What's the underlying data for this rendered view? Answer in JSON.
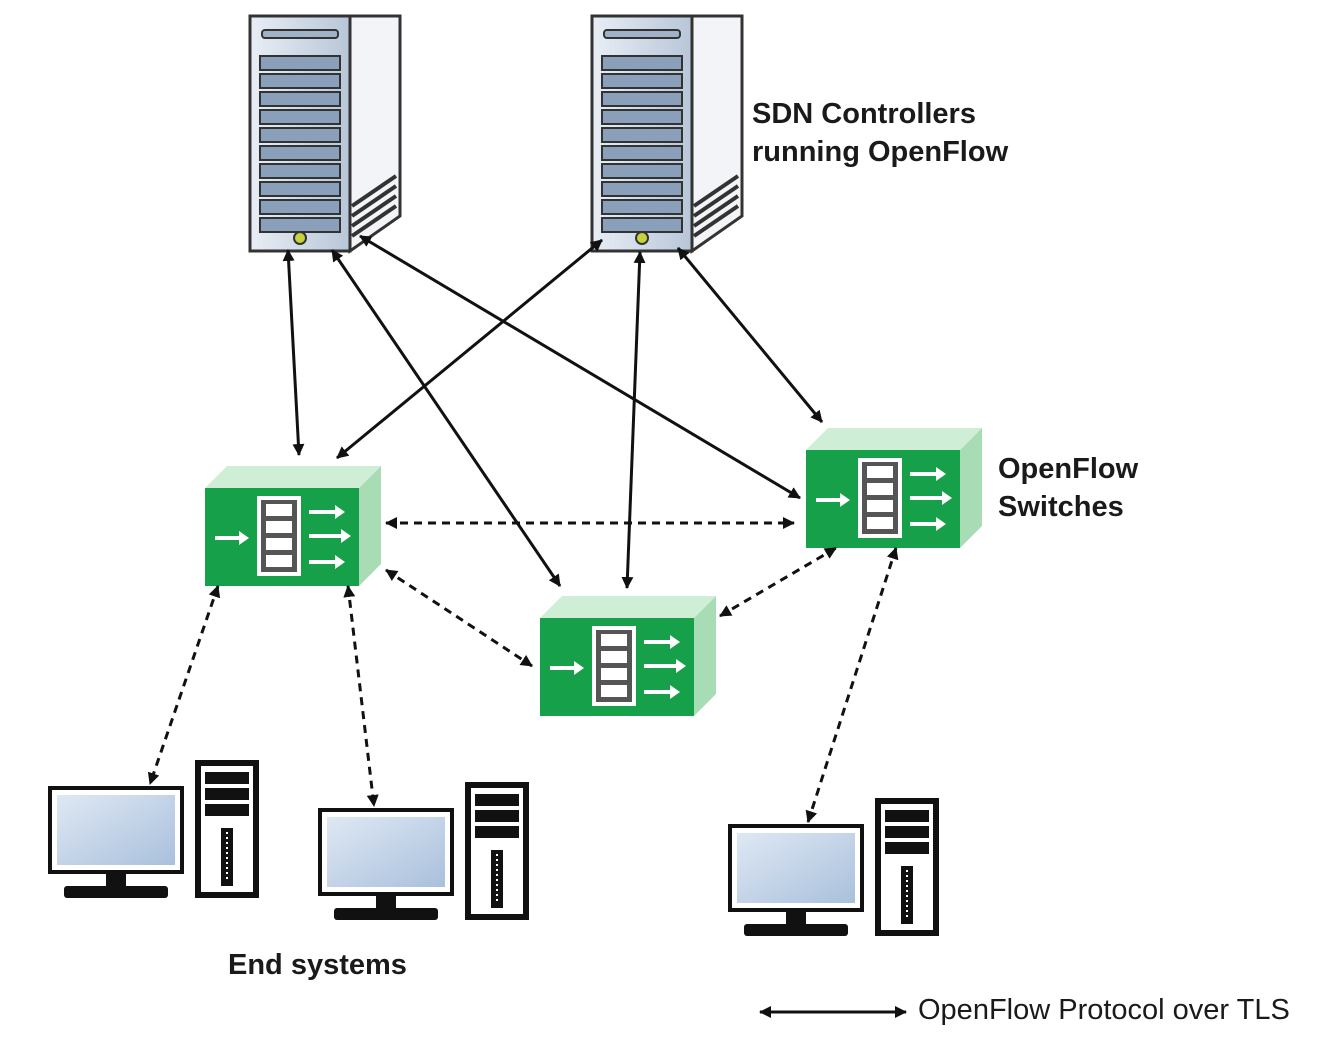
{
  "labels": {
    "controllers_line1": "SDN Controllers",
    "controllers_line2": "running OpenFlow",
    "switches_line1": "OpenFlow",
    "switches_line2": "Switches",
    "end_systems": "End systems",
    "legend": "OpenFlow Protocol over TLS"
  },
  "colors": {
    "switch_front": "#16a04a",
    "switch_side": "#a7dcb4",
    "switch_top": "#cfeed6",
    "server_body": "#cfd9e6",
    "monitor_screen": "#c9d9ec",
    "line": "#111111"
  },
  "icons": {
    "server": "server-tower-icon",
    "switch": "openflow-switch-icon",
    "desktop": "desktop-computer-icon"
  }
}
